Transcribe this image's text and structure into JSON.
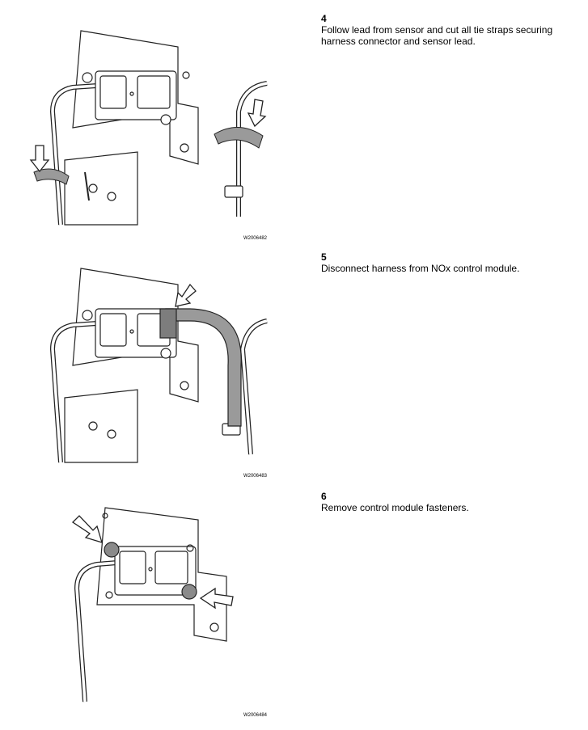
{
  "steps": [
    {
      "number": "4",
      "text": "Follow lead from sensor and cut all tie straps securing harness connector and sensor lead.",
      "figure_id": "W2006482"
    },
    {
      "number": "5",
      "text": "Disconnect harness from NOx control module.",
      "figure_id": "W2006483"
    },
    {
      "number": "6",
      "text": "Remove control module fasteners.",
      "figure_id": "W2006484"
    }
  ],
  "colors": {
    "line": "#222222",
    "harness": "#9a9a9a",
    "arrow_fill": "#ffffff"
  }
}
